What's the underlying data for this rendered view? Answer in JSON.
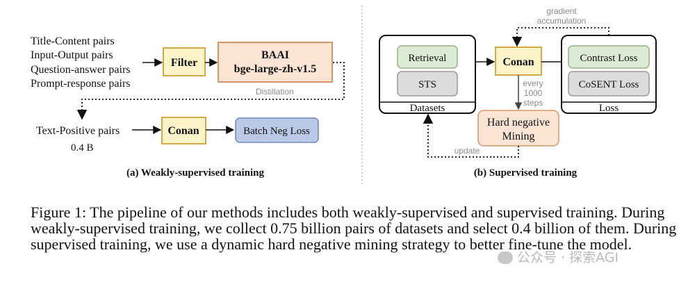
{
  "panel_a": {
    "inputs": [
      "Title-Content pairs",
      "Input-Output pairs",
      "Question-answer pairs",
      "Prompt-response pairs"
    ],
    "filter_label": "Filter",
    "baai_line1": "BAAI",
    "baai_line2": "bge-large-zh-v1.5",
    "distillation_label": "Distillation",
    "text_positive_label": "Text-Positive pairs",
    "count_label": "0.4 B",
    "conan_label": "Conan",
    "loss_label": "Batch Neg Loss",
    "caption": "(a) Weakly-supervised training"
  },
  "panel_b": {
    "retrieval_label": "Retrieval",
    "sts_label": "STS",
    "datasets_label": "Datasets",
    "conan_label": "Conan",
    "gradient_line1": "gradient",
    "gradient_line2": "accumulation",
    "contrast_label": "Contrast Loss",
    "cosent_label": "CoSENT Loss",
    "loss_label": "Loss",
    "every_line1": "every",
    "every_line2": "1000",
    "every_line3": "steps",
    "hard_line1": "Hard negative",
    "hard_line2": "Mining",
    "update_label": "update",
    "caption": "(b) Supervised training"
  },
  "figure_caption": "Figure 1: The pipeline of our methods includes both weakly-supervised and supervised training. During weakly-supervised training, we collect 0.75 billion pairs of datasets and select 0.4 billion of them. During supervised training, we use a dynamic hard negative mining strategy to better fine-tune the model.",
  "watermark": "公众号 · 探索AGI",
  "colors": {
    "yellow_fill": "#fdf3c8",
    "yellow_stroke": "#d6a84a",
    "orange_fill": "#fbe4d4",
    "orange_stroke": "#d8956a",
    "blue_fill": "#b9c9e6",
    "blue_stroke": "#6f88b8",
    "green_fill": "#dcebd3",
    "green_stroke": "#93b383",
    "gray_fill": "#dcdcdc",
    "gray_stroke": "#999999"
  }
}
